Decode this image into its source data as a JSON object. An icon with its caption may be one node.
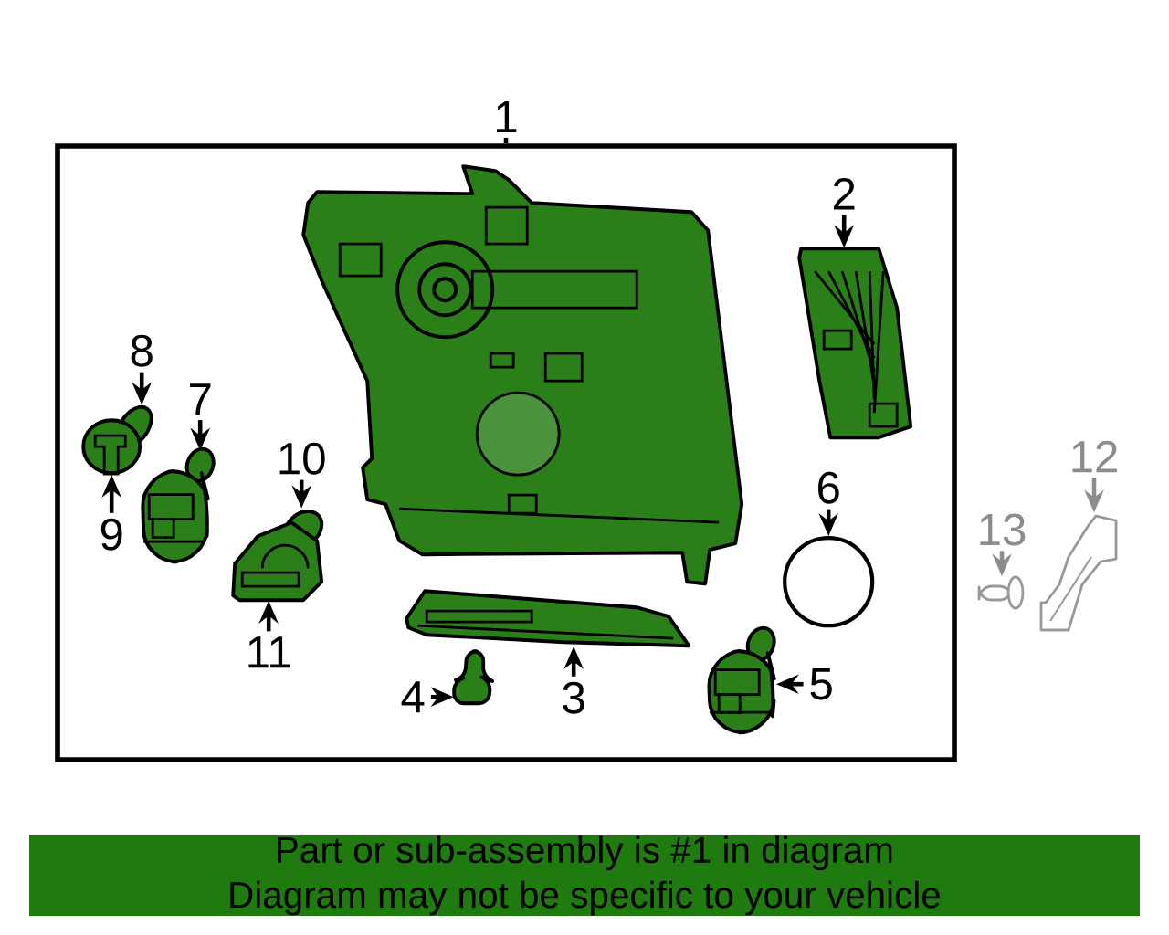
{
  "diagram": {
    "nodes": [
      {
        "text": [],
        "shape": "box"
      },
      {
        "text": [
          "1"
        ]
      },
      {
        "text": [],
        "shape": "picture",
        "in": 0
      },
      {
        "text": [
          "2"
        ],
        "in": 0
      },
      {
        "text": [],
        "shape": "picture",
        "in": 0
      },
      {
        "text": [
          "8"
        ],
        "in": 0
      },
      {
        "text": [
          "7"
        ],
        "in": 0
      },
      {
        "text": [],
        "shape": "picture",
        "in": 0
      },
      {
        "text": [
          "9"
        ],
        "in": 0
      },
      {
        "text": [],
        "shape": "picture",
        "in": 0
      },
      {
        "text": [
          "10"
        ],
        "in": 0
      },
      {
        "text": [],
        "shape": "picture",
        "in": 0
      },
      {
        "text": [
          "11"
        ],
        "in": 0
      },
      {
        "text": [
          "6"
        ],
        "in": 0
      },
      {
        "text": [],
        "shape": "circle",
        "in": 0
      },
      {
        "text": [],
        "shape": "picture",
        "in": 0
      },
      {
        "text": [
          "3"
        ],
        "in": 0
      },
      {
        "text": [],
        "shape": "picture",
        "in": 0
      },
      {
        "text": [
          "4"
        ],
        "in": 0
      },
      {
        "text": [],
        "shape": "picture",
        "in": 0
      },
      {
        "text": [
          "5"
        ],
        "in": 0
      },
      {
        "text": [
          "12"
        ]
      },
      {
        "text": [
          "13"
        ]
      },
      {
        "text": [],
        "shape": "picture"
      },
      {
        "text": [],
        "shape": "picture"
      },
      {
        "text": [
          "Part or sub-assembly is #1 in diagram",
          "Diagram may not be specific to your vehicle"
        ]
      }
    ],
    "edges": [
      {
        "from": 1,
        "to": 0,
        "arrow": "none"
      },
      {
        "from": 3,
        "to": 4,
        "arrow": "to"
      },
      {
        "from": 5,
        "to": 7,
        "arrow": "to"
      },
      {
        "from": 8,
        "to": 7,
        "arrow": "to"
      },
      {
        "from": 6,
        "to": 9,
        "arrow": "to"
      },
      {
        "from": 10,
        "to": 11,
        "arrow": "to"
      },
      {
        "from": 12,
        "to": 11,
        "arrow": "to"
      },
      {
        "from": 13,
        "to": 14,
        "arrow": "to"
      },
      {
        "from": 16,
        "to": 15,
        "arrow": "to"
      },
      {
        "from": 18,
        "to": 17,
        "arrow": "to"
      },
      {
        "from": 20,
        "to": 19,
        "arrow": "to"
      },
      {
        "from": 21,
        "to": 23,
        "arrow": "to",
        "color": "#8c8c8c"
      },
      {
        "from": 22,
        "to": 24,
        "arrow": "to",
        "color": "#8c8c8c"
      }
    ]
  }
}
